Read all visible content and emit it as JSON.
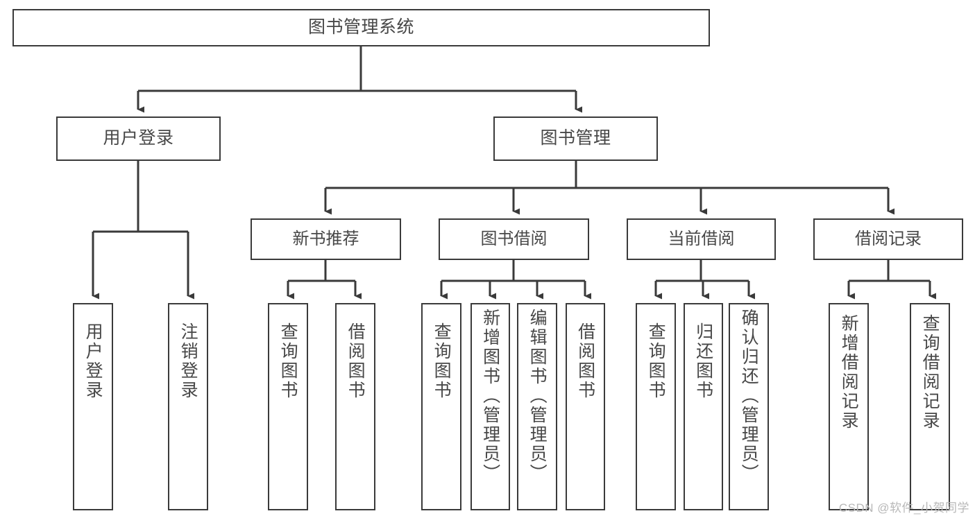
{
  "diagram": {
    "type": "tree",
    "title": "图书管理系统",
    "orientation": "top-down",
    "colors": {
      "box_border": "#3a3a3a",
      "box_fill": "#ffffff",
      "text": "#474747",
      "edge": "#3a3a3a",
      "watermark": "#b8b8b8",
      "background": "#ffffff"
    },
    "root": {
      "label": "图书管理系统"
    },
    "level2": [
      {
        "label": "用户登录"
      },
      {
        "label": "图书管理"
      }
    ],
    "level3": [
      {
        "label": "新书推荐"
      },
      {
        "label": "图书借阅"
      },
      {
        "label": "当前借阅"
      },
      {
        "label": "借阅记录"
      }
    ],
    "leaves": {
      "user_login": [
        {
          "label": "用户登录"
        },
        {
          "label": "注销登录"
        }
      ],
      "new_book_rec": [
        {
          "label": "查询图书"
        },
        {
          "label": "借阅图书"
        }
      ],
      "book_borrow": [
        {
          "label": "查询图书"
        },
        {
          "label": "新增图书（管理员）"
        },
        {
          "label": "编辑图书（管理员）"
        },
        {
          "label": "借阅图书"
        }
      ],
      "current_borrow": [
        {
          "label": "查询图书"
        },
        {
          "label": "归还图书"
        },
        {
          "label": "确认归还（管理员）"
        }
      ],
      "borrow_record": [
        {
          "label": "新增借阅记录"
        },
        {
          "label": "查询借阅记录"
        }
      ]
    }
  },
  "watermark": {
    "text": "CSDN @软件_小贺同学"
  }
}
